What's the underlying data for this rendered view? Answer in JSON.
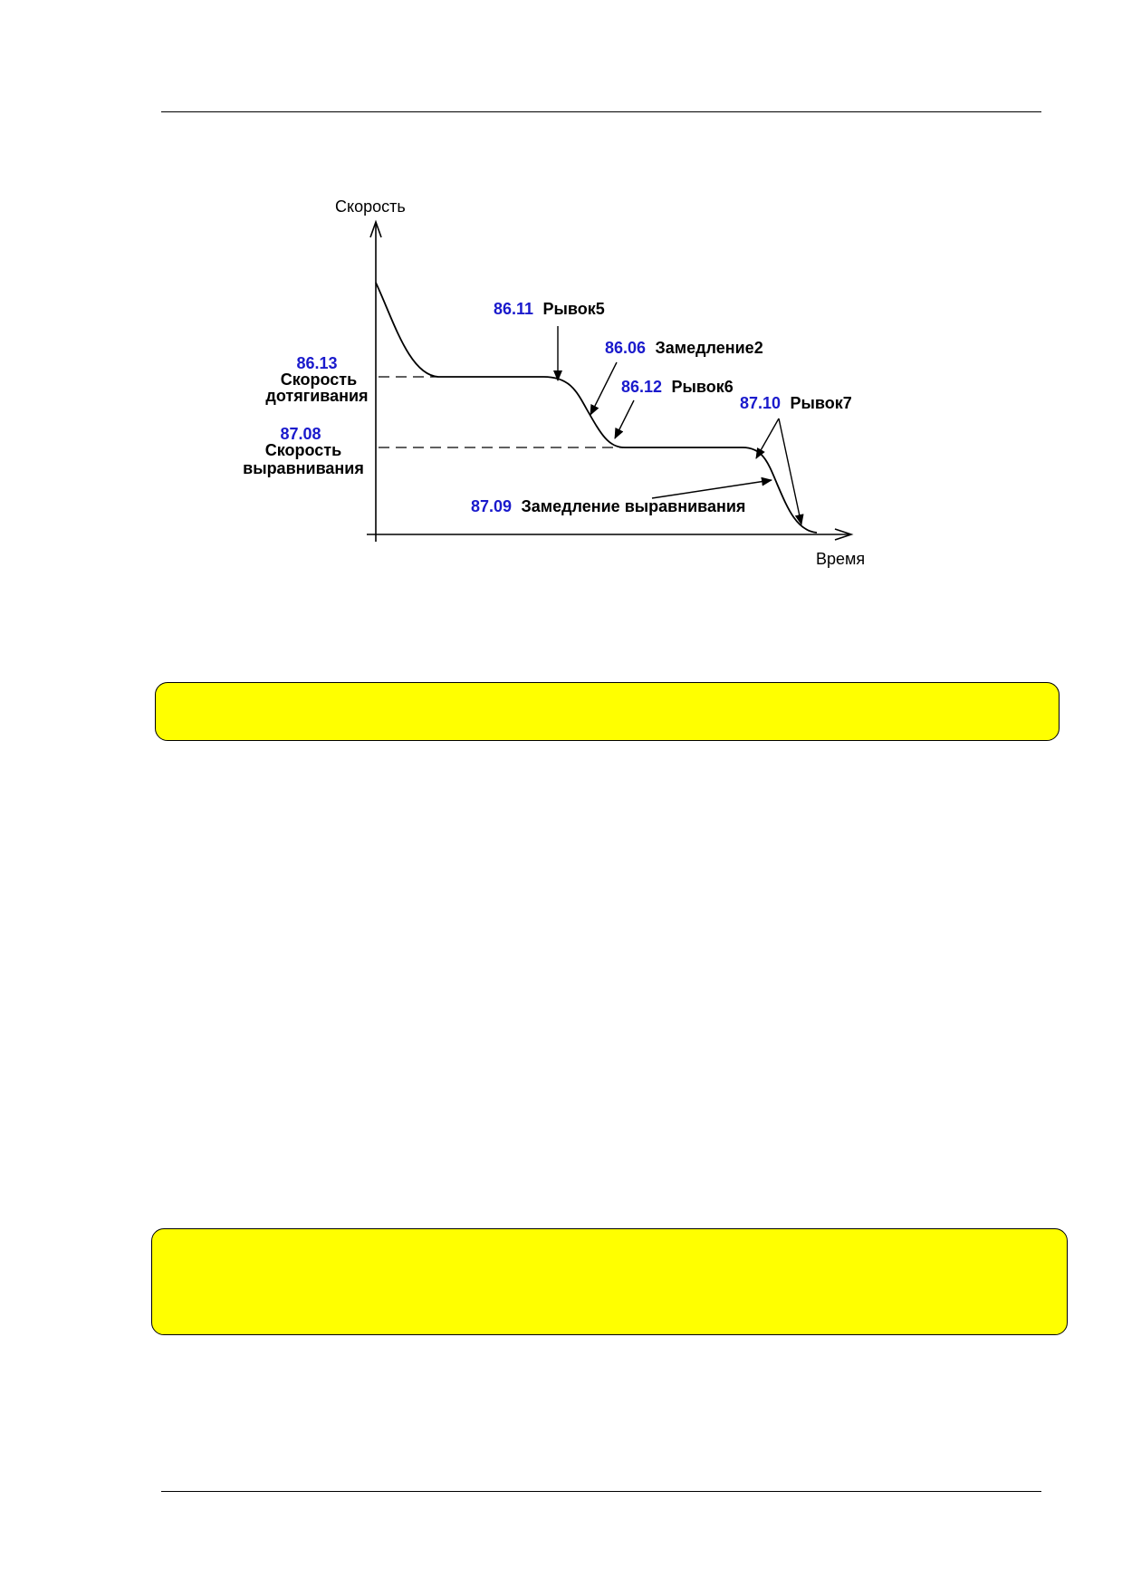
{
  "diagram": {
    "y_axis_label": "Скорость",
    "x_axis_label": "Время",
    "code_color": "#1a1acc",
    "labels": {
      "jerk5": {
        "code": "86.11",
        "text": "Рывок5"
      },
      "decel2": {
        "code": "86.06",
        "text": "Замедление2"
      },
      "jerk6": {
        "code": "86.12",
        "text": "Рывок6"
      },
      "jerk7": {
        "code": "87.10",
        "text": "Рывок7"
      },
      "leveling_decel": {
        "code": "87.09",
        "text": "Замедление выравнивания"
      },
      "creep_speed": {
        "code": "86.13",
        "line1": "Скорость",
        "line2": "дотягивания"
      },
      "leveling_speed": {
        "code": "87.08",
        "line1": "Скорость",
        "line2": "выравнивания"
      }
    }
  },
  "notes": [
    {
      "text": ""
    },
    {
      "text": ""
    }
  ]
}
